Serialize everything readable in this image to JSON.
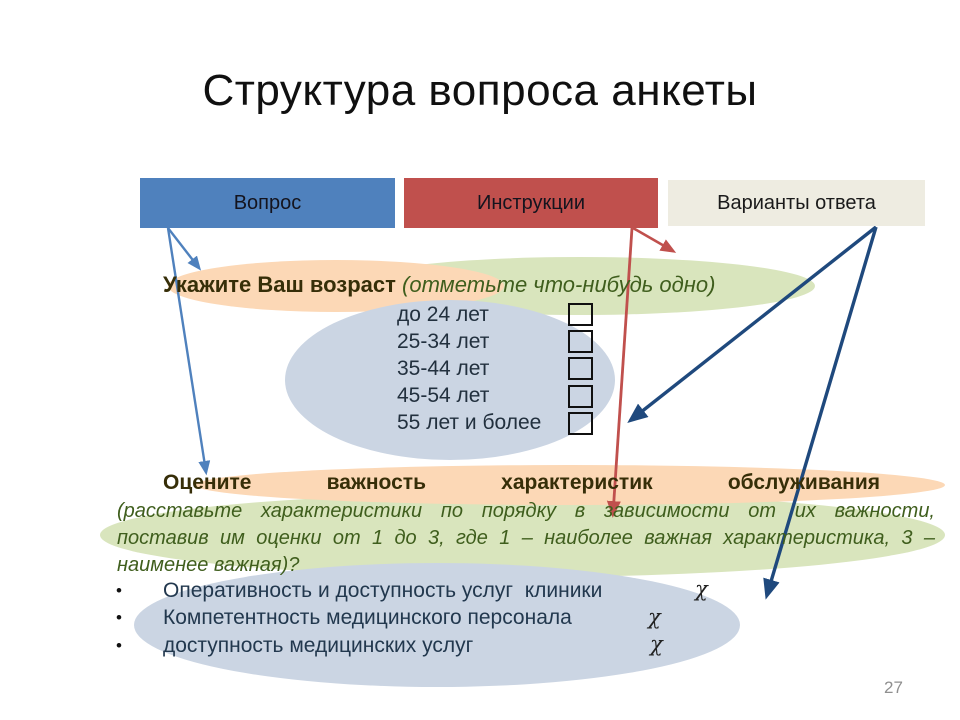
{
  "slide": {
    "title": "Структура вопроса анкеты",
    "page_number": "27"
  },
  "header_boxes": [
    {
      "label": "Вопрос"
    },
    {
      "label": "Инструкции"
    },
    {
      "label": "Варианты ответа"
    }
  ],
  "question1": {
    "prompt": "Укажите Ваш возраст ",
    "instruction": "(отметьте что-нибудь одно)",
    "options": [
      {
        "label": "до 24 лет"
      },
      {
        "label": "25-34 лет"
      },
      {
        "label": "35-44 лет"
      },
      {
        "label": "45-54 лет"
      },
      {
        "label": "55 лет и более"
      }
    ]
  },
  "question2": {
    "prompt": "Оцените важность характеристик обслуживания",
    "instruction_lines": [
      "(расставьте характеристики по порядку в зависимости от их важности,",
      "поставив им оценки от 1 до 3, где 1 – наиболее важная характеристика, 3 –",
      "наименее важная)?"
    ],
    "bullet_char": "•",
    "items": [
      {
        "label": "Оперативность и доступность услуг  клиники",
        "symbol": "χ"
      },
      {
        "label": "Компетентность медицинского персонала",
        "symbol": "χ"
      },
      {
        "label": "доступность медицинских услуг",
        "symbol": "χ"
      }
    ]
  },
  "colors": {
    "question_box": "#4f81bd",
    "instructions_box": "#c0504d",
    "answers_box": "#eeece1",
    "highlight_orange": "#fcd8b6",
    "highlight_green": "#d9e5bd",
    "highlight_blue": "#cbd5e3",
    "arrow_blue": "#4f81bd",
    "arrow_red": "#c0504d",
    "arrow_navy": "#1f497d"
  }
}
